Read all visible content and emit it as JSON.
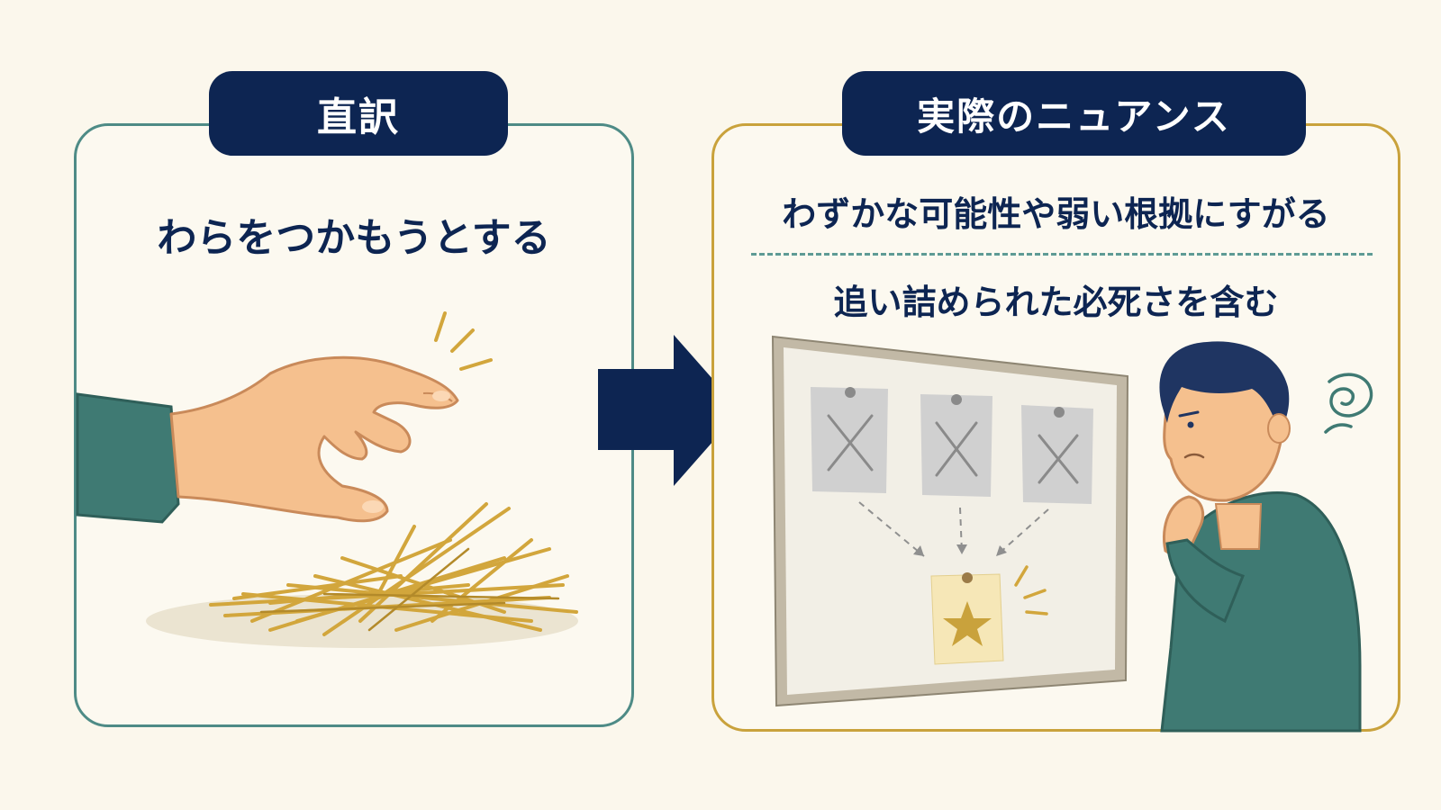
{
  "panels": {
    "literal": {
      "tab": "直訳",
      "text": "わらをつかもうとする"
    },
    "nuance": {
      "tab": "実際のニュアンス",
      "line1": "わずかな可能性や弱い根拠にすがる",
      "line2": "追い詰められた必死さを含む"
    }
  },
  "colors": {
    "navy": "#0d2552",
    "teal": "#4e8b86",
    "gold": "#c9a23c",
    "background": "#fbf7ec",
    "skin": "#f5c08e",
    "straw": "#d2a63c",
    "shirt": "#3f7a73"
  },
  "icons": [
    "hand-icon",
    "straw-pile-icon",
    "arrow-right-icon",
    "cork-board-icon",
    "rejected-note-icon",
    "star-note-icon",
    "worried-man-icon",
    "dizzy-swirl-icon"
  ]
}
